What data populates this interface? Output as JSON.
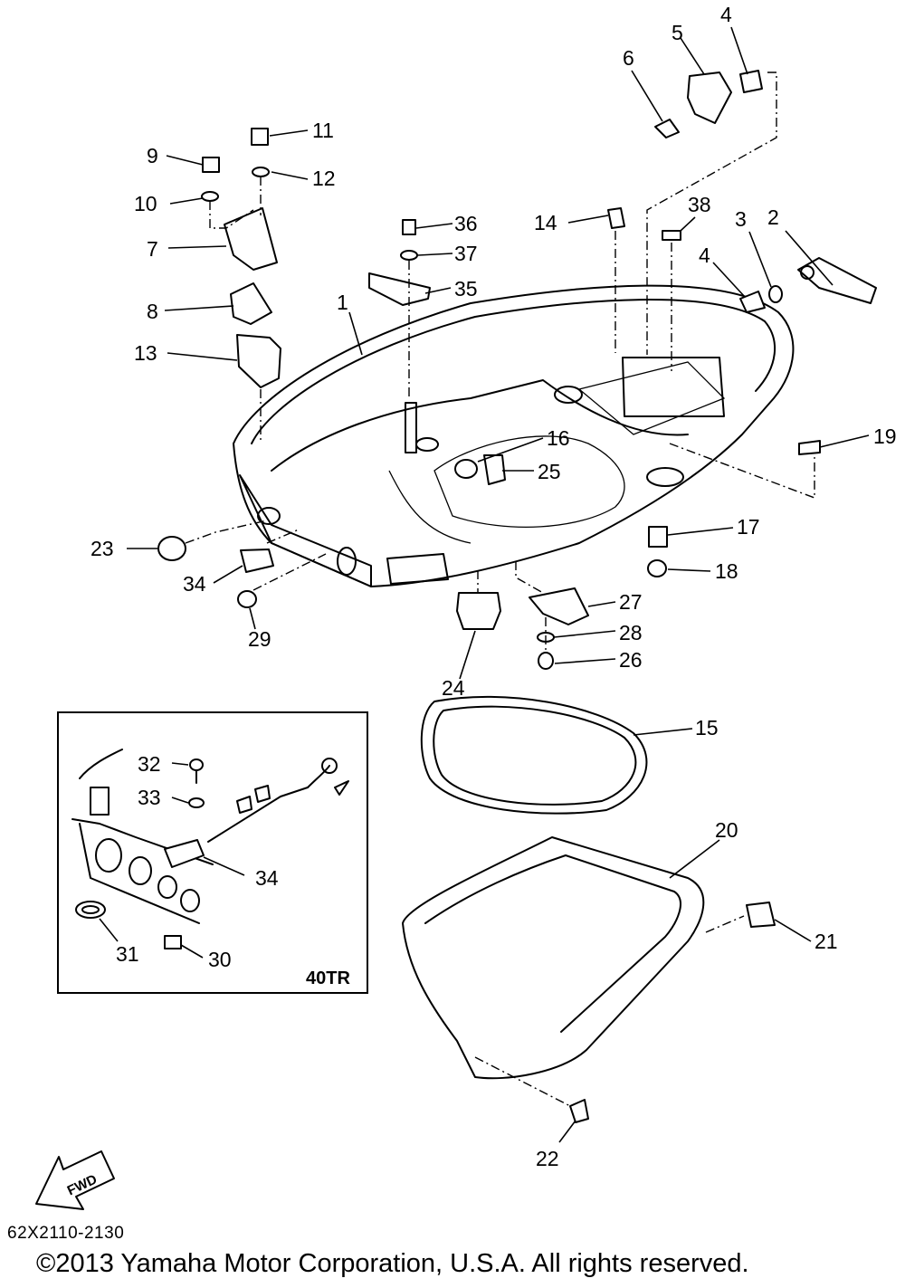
{
  "callouts": [
    "1",
    "2",
    "3",
    "4",
    "5",
    "6",
    "7",
    "8",
    "9",
    "10",
    "11",
    "12",
    "13",
    "14",
    "15",
    "16",
    "17",
    "18",
    "19",
    "20",
    "21",
    "22",
    "23",
    "24",
    "25",
    "26",
    "27",
    "28",
    "29",
    "30",
    "31",
    "32",
    "33",
    "34",
    "35",
    "36",
    "37",
    "38"
  ],
  "inset_label": "40TR",
  "fwd_label": "FWD",
  "diagram_code": "62X2110-2130",
  "copyright": "©2013 Yamaha Motor Corporation, U.S.A. All rights reserved.",
  "colors": {
    "line": "#000000",
    "background": "#ffffff"
  }
}
